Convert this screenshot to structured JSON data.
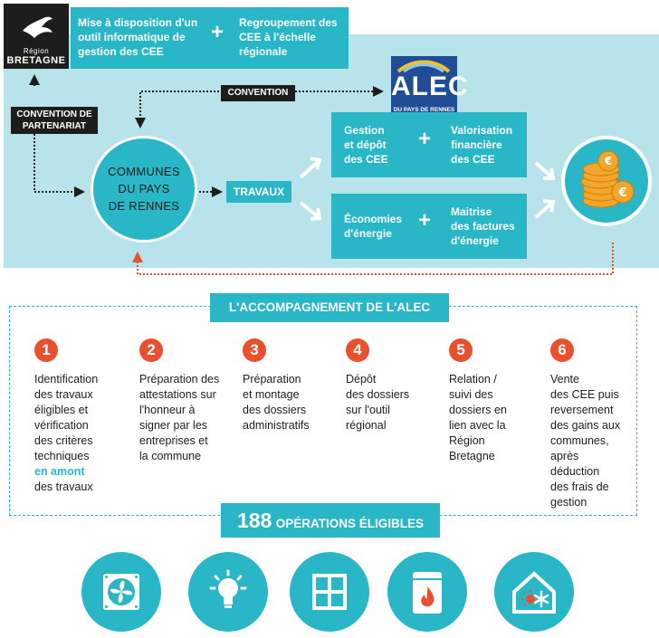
{
  "logo": {
    "region": "Région",
    "name": "BRETAGNE"
  },
  "top_banner": {
    "left": "Mise à disposition d'un outil informatique de gestion des CEE",
    "right": "Regroupement des CEE à l'échelle régionale",
    "plus": "+"
  },
  "convention_partenariat": [
    "CONVENTION DE",
    "PARTENARIAT"
  ],
  "convention": "CONVENTION",
  "alec_logo": {
    "name": "ALEC",
    "sub": "DU PAYS DE RENNES"
  },
  "communes": [
    "COMMUNES",
    "DU PAYS",
    "DE RENNES"
  ],
  "travaux": "TRAVAUX",
  "box_top": {
    "left": [
      "Gestion",
      "et dépôt",
      "des CEE"
    ],
    "right": [
      "Valorisation",
      "financière",
      "des CEE"
    ]
  },
  "box_bottom": {
    "left": [
      "Économies",
      "d'énergie"
    ],
    "right": [
      "Maitrise",
      "des factures",
      "d'énergie"
    ]
  },
  "accompagnement_title": "L'ACCOMPAGNEMENT DE L'ALEC",
  "steps": [
    {
      "num": "1",
      "lines": [
        "Identification",
        "des travaux",
        "éligibles et",
        "vérification",
        "des critères",
        "techniques"
      ],
      "highlight": "en amont",
      "after": "des travaux"
    },
    {
      "num": "2",
      "lines": [
        "Préparation des",
        "attestations sur",
        "l'honneur à",
        "signer par les",
        "entreprises et",
        "la commune"
      ]
    },
    {
      "num": "3",
      "lines": [
        "Préparation",
        "et montage",
        "des dossiers",
        "administratifs"
      ]
    },
    {
      "num": "4",
      "lines": [
        "Dépôt",
        "des dossiers",
        "sur l'outil",
        "régional"
      ]
    },
    {
      "num": "5",
      "lines": [
        "Relation /",
        "suivi des",
        "dossiers en",
        "lien avec la",
        "Région",
        "Bretagne"
      ]
    },
    {
      "num": "6",
      "lines": [
        "Vente",
        "des CEE puis",
        "reversement",
        "des gains aux",
        "communes,",
        "après",
        "déduction",
        "des frais de",
        "gestion"
      ]
    }
  ],
  "operations": {
    "count": "188",
    "label": "OPÉRATIONS ÉLIGIBLES"
  },
  "operation_icons": [
    "ventilation-fan-icon",
    "light-bulb-icon",
    "window-icon",
    "boiler-flame-icon",
    "house-heat-pump-icon"
  ],
  "colors": {
    "teal": "#29b7c8",
    "light_teal": "#b8e3ea",
    "orange": "#e8502e",
    "black": "#1d1d1b",
    "alec_blue": "#1f4e96",
    "coin": "#f2a72b"
  }
}
